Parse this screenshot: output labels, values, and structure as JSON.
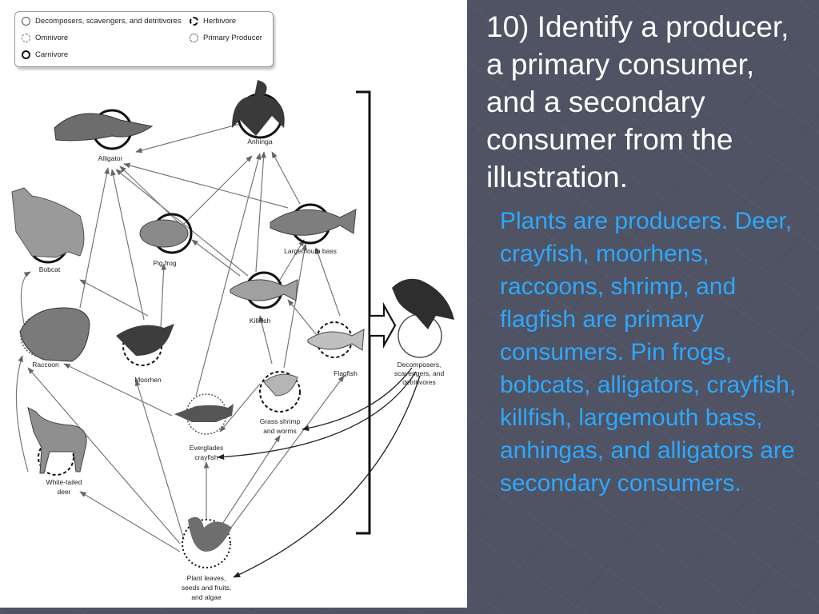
{
  "legend": {
    "decomposers": "Decomposers, scavengers, and detritivores",
    "omnivore": "Omnivore",
    "carnivore": "Carnivore",
    "herbivore": "Herbivore",
    "primary_producer": "Primary Producer"
  },
  "organisms": {
    "alligator": "Alligator",
    "anhinga": "Anhinga",
    "bobcat": "Bobcat",
    "pig_frog": "Pig frog",
    "largemouth_bass": "Largemouth bass",
    "killifish": "Killifish",
    "raccoon": "Raccoon",
    "moorhen": "Moorhen",
    "flagfish": "Flagfish",
    "decomposers_1": "Decomposers,",
    "decomposers_2": "scavengers, and",
    "decomposers_3": "detritivores",
    "grass_shrimp_1": "Grass shrimp",
    "grass_shrimp_2": "and worms",
    "crayfish_1": "Everglades",
    "crayfish_2": "crayfish",
    "deer_1": "White-tailed",
    "deer_2": "deer",
    "plants_1": "Plant leaves,",
    "plants_2": "seeds and fruits,",
    "plants_3": "and algae"
  },
  "question": "10) Identify a producer, a primary consumer, and a secondary consumer from the illustration.",
  "answer": "Plants are producers. Deer, crayfish, moorhens, raccoons, shrimp, and flagfish are primary consumers. Pin frogs, bobcats, alligators, crayfish, killfish, largemouth bass, anhingas, and alligators are secondary consumers.",
  "colors": {
    "slide_bg": "#4f5363",
    "question_text": "#ffffff",
    "answer_text": "#2ea8ff"
  }
}
